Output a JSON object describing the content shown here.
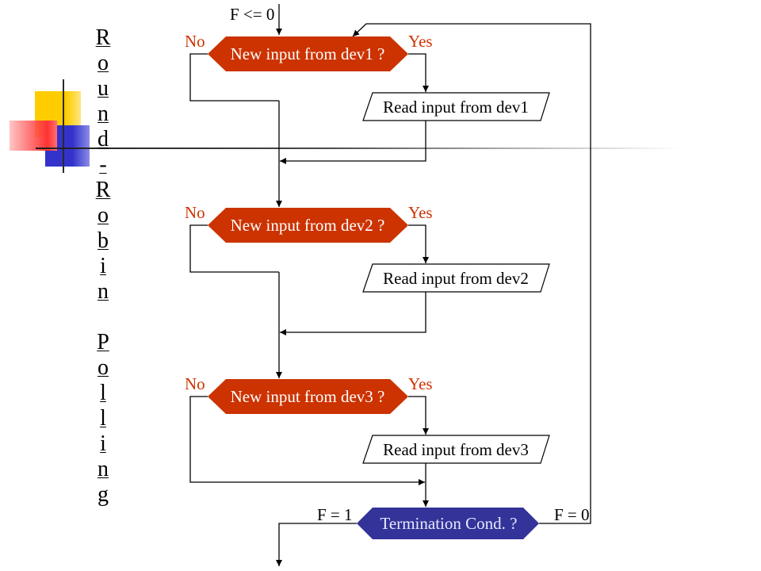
{
  "title": "Round-Robin Polling",
  "colors": {
    "decision_fill": "#CC3300",
    "decision_text": "#FFFFFF",
    "branch_label": "#CC3300",
    "terminal_fill": "#333399",
    "terminal_text": "#E8E8FF",
    "decor_yellow": "#FFCC00",
    "decor_blue": "#3333CC",
    "decor_red": "#FF3333"
  },
  "flowchart": {
    "entry_condition": "F <= 0",
    "polls": [
      {
        "decision": "New input from dev1 ?",
        "no_label": "No",
        "yes_label": "Yes",
        "action": "Read input from dev1"
      },
      {
        "decision": "New input from dev2 ?",
        "no_label": "No",
        "yes_label": "Yes",
        "action": "Read input from dev2"
      },
      {
        "decision": "New input from dev3 ?",
        "no_label": "No",
        "yes_label": "Yes",
        "action": "Read input from dev3"
      }
    ],
    "termination": {
      "decision": "Termination Cond. ?",
      "exit_label": "F = 1",
      "loop_label": "F = 0"
    }
  }
}
